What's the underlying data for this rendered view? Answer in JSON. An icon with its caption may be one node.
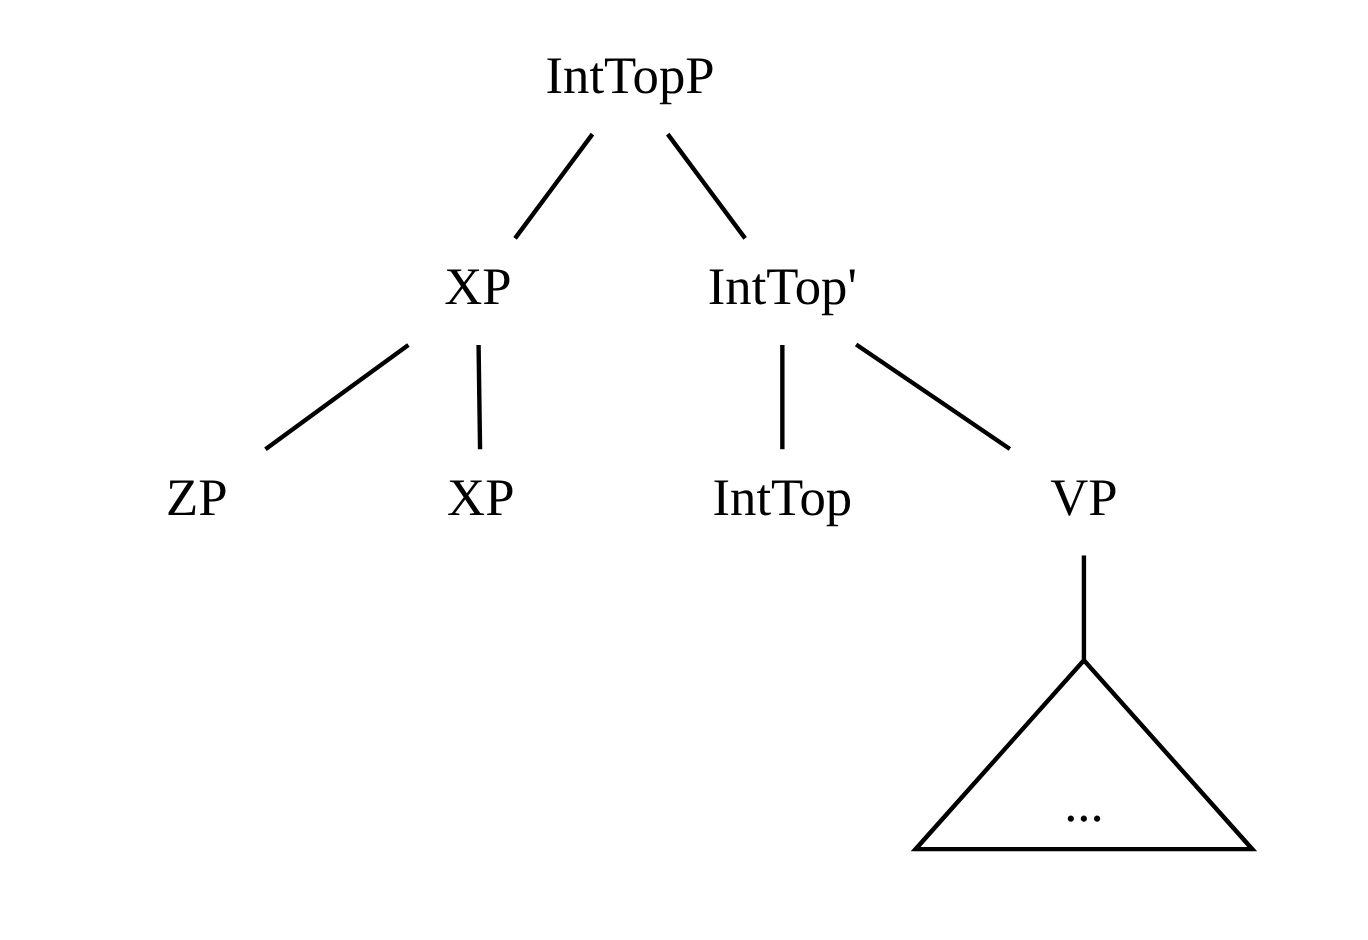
{
  "diagram": {
    "nodes": [
      {
        "text": [
          "IntTopP"
        ]
      },
      {
        "text": [
          "XP"
        ]
      },
      {
        "text": [
          "IntTop'"
        ]
      },
      {
        "text": [
          "ZP"
        ]
      },
      {
        "text": [
          "XP"
        ]
      },
      {
        "text": [
          "IntTop"
        ]
      },
      {
        "text": [
          "VP"
        ]
      },
      {
        "text": [
          "..."
        ]
      }
    ],
    "edges": [
      {
        "from": 0,
        "to": 1,
        "arrow": "none"
      },
      {
        "from": 0,
        "to": 2,
        "arrow": "none"
      },
      {
        "from": 1,
        "to": 3,
        "arrow": "none"
      },
      {
        "from": 1,
        "to": 4,
        "arrow": "none"
      },
      {
        "from": 2,
        "to": 5,
        "arrow": "none"
      },
      {
        "from": 2,
        "to": 6,
        "arrow": "none"
      },
      {
        "from": 6,
        "to": 7,
        "arrow": "none"
      }
    ]
  }
}
